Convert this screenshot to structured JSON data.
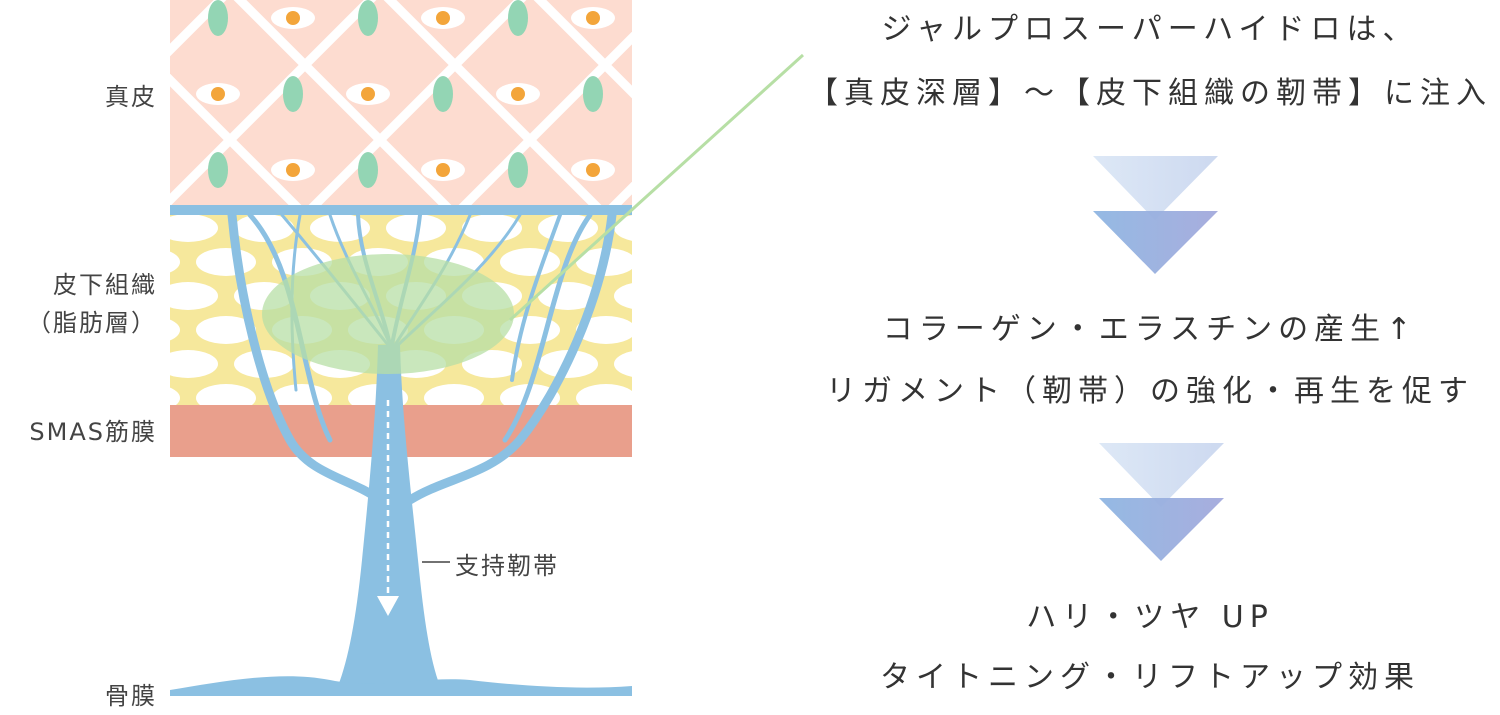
{
  "layers": {
    "dermis": "真皮",
    "subcutaneous_line1": "皮下組織",
    "subcutaneous_line2": "（脂肪層）",
    "smas": "SMAS筋膜",
    "periosteum": "骨膜"
  },
  "ligament_label": "支持靭帯",
  "steps": [
    {
      "line1": "ジャルプロスーパーハイドロは、",
      "line2": "【真皮深層】〜【皮下組織の靭帯】に注入"
    },
    {
      "line1": "コラーゲン・エラスチンの産生↑",
      "line2": "リガメント（靭帯）の強化・再生を促す"
    },
    {
      "line1": "ハリ・ツヤ UP",
      "line2": "タイトニング・リフトアップ効果"
    }
  ],
  "colors": {
    "dermis_bg": "#fddcd0",
    "fat_bg": "#f6e89c",
    "smas": "#e99f8c",
    "ligament": "#8bc0e2",
    "cell_green": "#93d5b4",
    "nucleus": "#f3a53a",
    "injection": "#b7dfa5",
    "arrow": "#9fb6df"
  }
}
